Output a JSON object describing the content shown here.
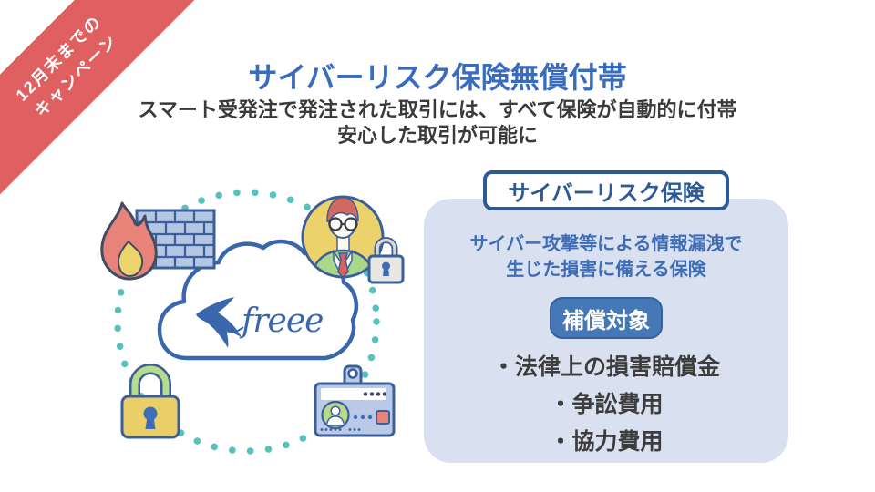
{
  "ribbon": {
    "line1": "12月末までの",
    "line2": "キャンペーン"
  },
  "title": "サイバーリスク保険無償付帯",
  "subtitle": {
    "line1": "スマート受発注で発注された取引には、すべて保険が自動的に付帯",
    "line2": "安心した取引が可能に"
  },
  "illustration": {
    "logo_text": "freee",
    "icons": [
      "dotted-circle-icon",
      "firewall-icon",
      "flame-icon",
      "avatar-icon",
      "padlock-small-icon",
      "padlock-large-icon",
      "id-card-icon",
      "cloud-icon",
      "swallow-icon"
    ]
  },
  "panel": {
    "header": "サイバーリスク保険",
    "description": {
      "line1": "サイバー攻撃等による情報漏洩で",
      "line2": "生じた損害に備える保険"
    },
    "badge": "補償対象",
    "items": [
      "・法律上の損害賠償金",
      "・争訟費用",
      "・協力費用"
    ]
  },
  "colors": {
    "ribbon_red": "#e06061",
    "title_blue": "#3a6cbe",
    "text_dark": "#3a3a3a",
    "panel_bg": "#d9e1f1",
    "panel_border_blue": "#2d5a96",
    "body_blue": "#3e6cb5",
    "badge_bg": "#4678b8",
    "teal_dots": "#56c2bd",
    "icon_outline_blue": "#3c5f99"
  }
}
